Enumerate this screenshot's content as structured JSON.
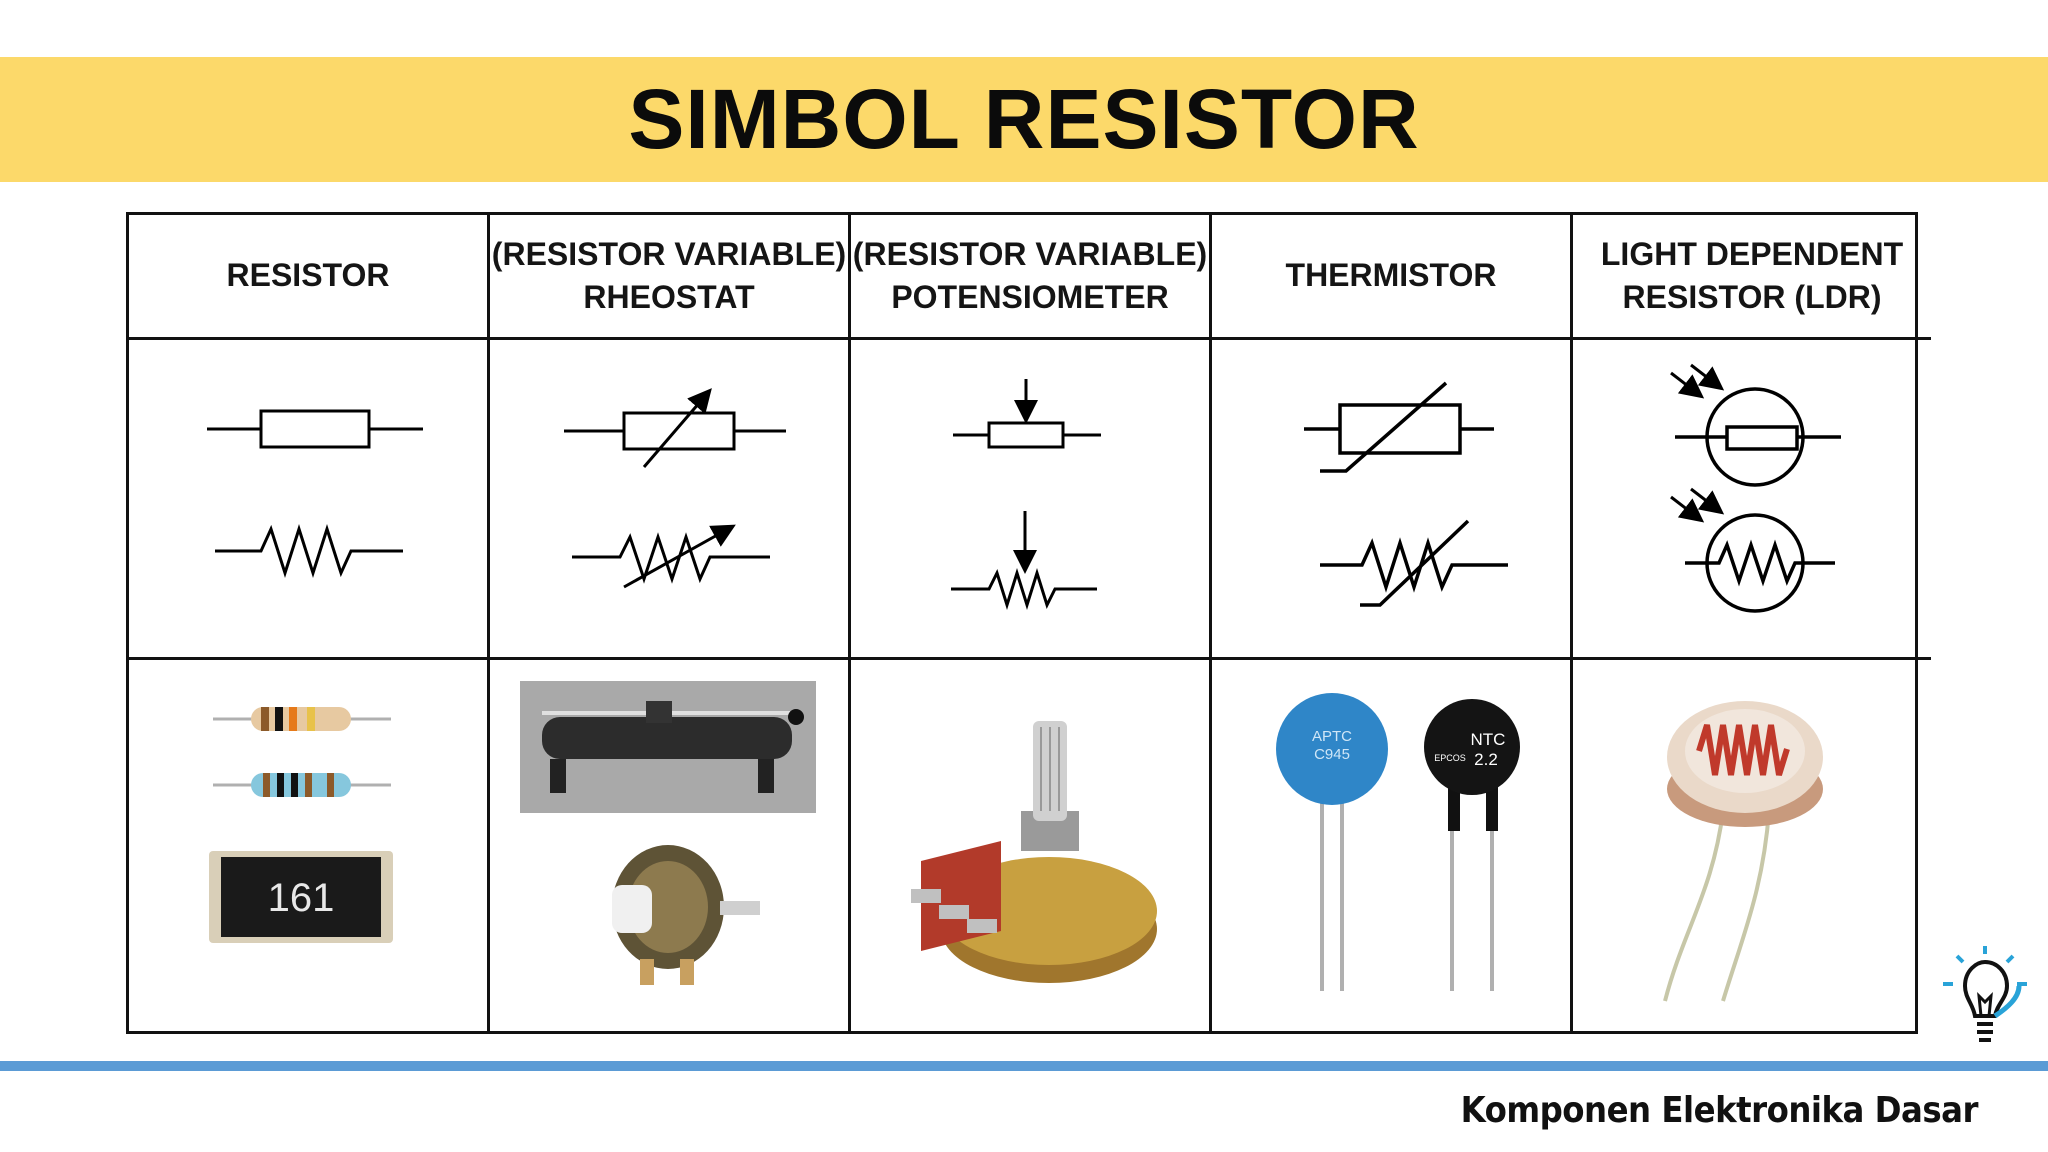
{
  "title": "SIMBOL RESISTOR",
  "columns": [
    {
      "lines": [
        "RESISTOR"
      ]
    },
    {
      "lines": [
        "(RESISTOR VARIABLE)",
        "RHEOSTAT"
      ]
    },
    {
      "lines": [
        "(RESISTOR VARIABLE)",
        "POTENSIOMETER"
      ]
    },
    {
      "lines": [
        "THERMISTOR"
      ]
    },
    {
      "lines": [
        "LIGHT DEPENDENT",
        "RESISTOR (LDR)"
      ]
    }
  ],
  "photo_labels": {
    "smd_code": "161",
    "ptc_line1": "APTC",
    "ptc_line2": "C945",
    "ntc_line1": "NTC",
    "ntc_line2": "2.2",
    "ntc_brand": "EPCOS"
  },
  "footer": "Komponen Elektronika Dasar",
  "colors": {
    "banner": "#fcd96a",
    "line": "#5b9bd5",
    "grid": "#111111",
    "logo": "#29a3d8"
  }
}
